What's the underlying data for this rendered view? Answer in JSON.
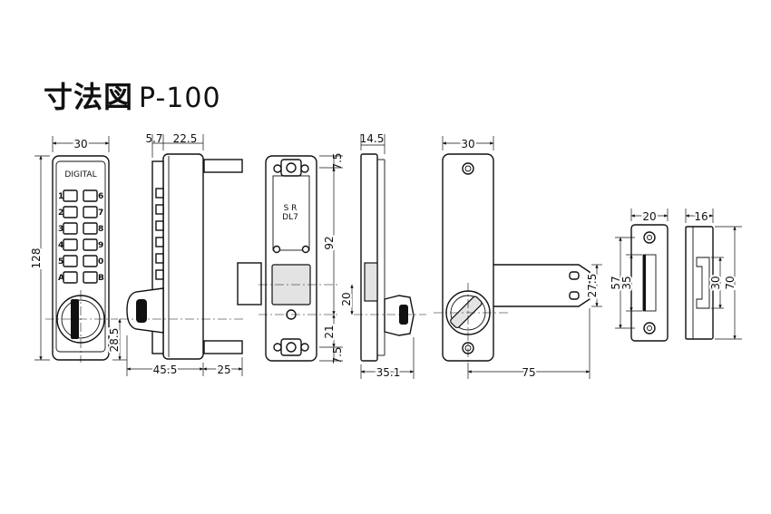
{
  "title": {
    "main": "寸法図",
    "model": "P-100"
  },
  "front_view": {
    "brand": "DIGITAL",
    "keys_left": [
      "1",
      "2",
      "3",
      "4",
      "5",
      "A"
    ],
    "keys_right": [
      "6",
      "7",
      "8",
      "9",
      "0",
      "B"
    ]
  },
  "back_view": {
    "label_line1": "S R",
    "label_line2": "DL7"
  },
  "dimensions": {
    "front_width": "30",
    "front_height": "128",
    "front_knob": "28.5",
    "side_offset": "5.7",
    "side_depth": "22.5",
    "side_width": "45.5",
    "side_spindle": "25",
    "back_top": "7.5",
    "back_height": "92",
    "back_bottom": "7.5",
    "back_spindle": "21",
    "back_bolt": "20",
    "edge_thickness": "14.5",
    "edge_depth": "35.1",
    "rear_width": "30",
    "rear_bar": "27.5",
    "rear_length": "75",
    "strike_width": "20",
    "strike_h57": "57",
    "strike_h35": "35",
    "box_width": "16",
    "box_h30": "30",
    "box_h70": "70"
  }
}
